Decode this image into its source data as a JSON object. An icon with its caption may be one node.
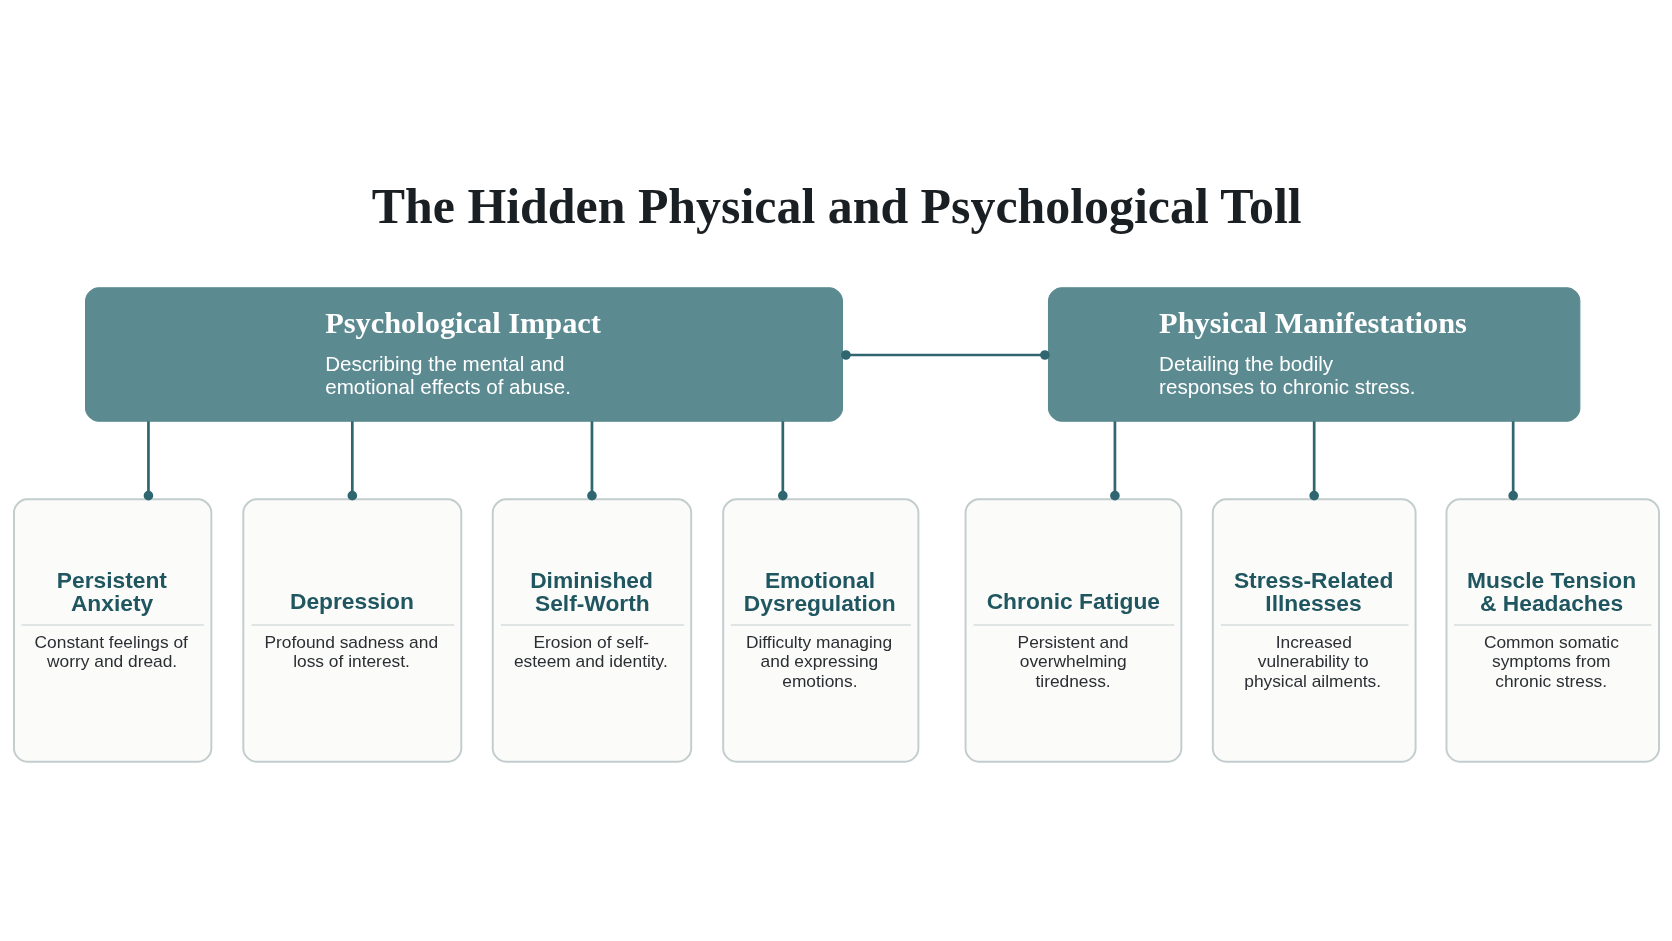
{
  "diagram": {
    "title": "The Hidden Physical and Psychological Toll",
    "nodes": [
      {
        "text": [
          "Psychological Impact",
          "Describing the mental and emotional effects of abuse."
        ]
      },
      {
        "text": [
          "Physical Manifestations",
          "Detailing the bodily responses to chronic stress."
        ]
      },
      {
        "text": [
          "Persistent Anxiety",
          "Constant feelings of worry and dread."
        ]
      },
      {
        "text": [
          "Depression",
          "Profound sadness and loss of interest."
        ]
      },
      {
        "text": [
          "Diminished Self-Worth",
          "Erosion of self-esteem and identity."
        ]
      },
      {
        "text": [
          "Emotional Dysregulation",
          "Difficulty managing and expressing emotions."
        ]
      },
      {
        "text": [
          "Chronic Fatigue",
          "Persistent and overwhelming tiredness."
        ]
      },
      {
        "text": [
          "Stress-Related Illnesses",
          "Increased vulnerability to physical ailments."
        ]
      },
      {
        "text": [
          "Muscle Tension & Headaches",
          "Common somatic symptoms from chronic stress."
        ]
      }
    ],
    "edges": [
      {
        "from": 0,
        "to": 1,
        "arrow": "other"
      },
      {
        "from": 0,
        "to": 2,
        "arrow": "other"
      },
      {
        "from": 0,
        "to": 3,
        "arrow": "other"
      },
      {
        "from": 0,
        "to": 4,
        "arrow": "other"
      },
      {
        "from": 0,
        "to": 5,
        "arrow": "other"
      },
      {
        "from": 1,
        "to": 6,
        "arrow": "other"
      },
      {
        "from": 1,
        "to": 7,
        "arrow": "other"
      },
      {
        "from": 1,
        "to": 8,
        "arrow": "other"
      }
    ]
  }
}
